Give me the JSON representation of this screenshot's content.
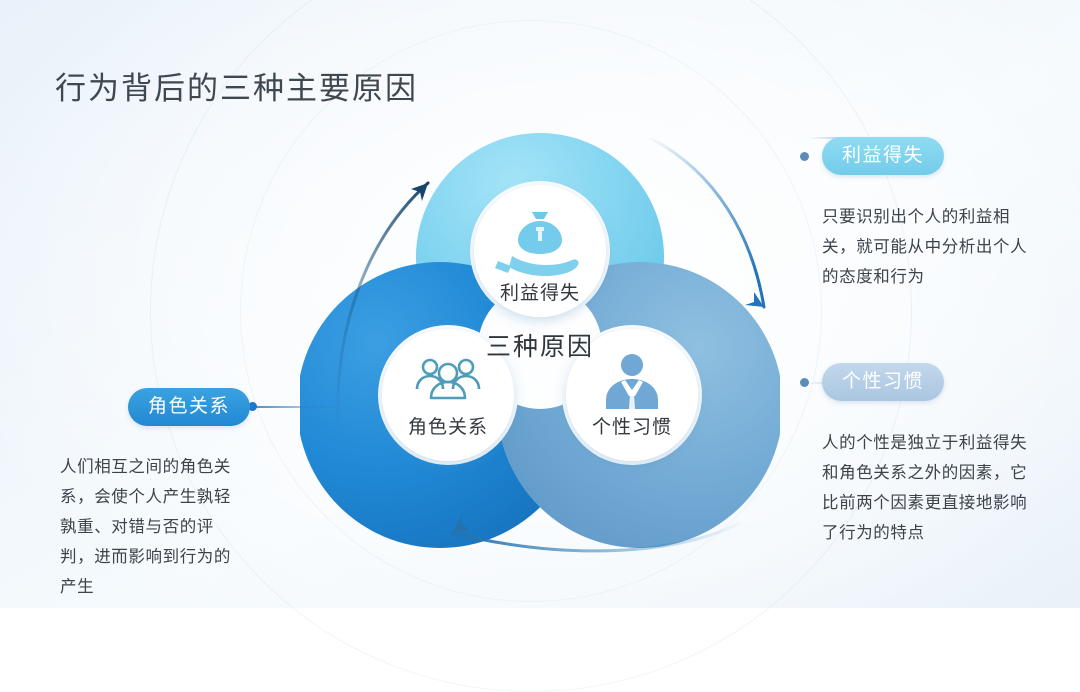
{
  "title": "行为背后的三种主要原因",
  "diagram": {
    "center_label": "三种原因",
    "nodes": [
      {
        "id": "benefit",
        "label": "利益得失",
        "icon": "money-bag-in-hand-icon",
        "color": "#7fd2ef"
      },
      {
        "id": "role",
        "label": "角色关系",
        "icon": "people-group-icon",
        "color": "#2089d6"
      },
      {
        "id": "habit",
        "label": "个性习惯",
        "icon": "business-person-icon",
        "color": "#6fa8d4"
      }
    ],
    "arrows": [
      {
        "id": "arrow-upper-left",
        "direction": "up-right",
        "color": "#1c4f7a"
      },
      {
        "id": "arrow-upper-right",
        "direction": "down-right",
        "color": "#2b7bc0"
      },
      {
        "id": "arrow-bottom",
        "direction": "left",
        "color": "#2f7fb8"
      }
    ]
  },
  "callouts": {
    "benefit": {
      "pill_label": "利益得失",
      "description": "只要识别出个人的利益相关，就可能从中分析出个人的态度和行为",
      "pill_color": "#7fd4ee"
    },
    "habit": {
      "pill_label": "个性习惯",
      "description": "人的个性是独立于利益得失和角色关系之外的因素，它比前两个因素更直接地影响了行为的特点",
      "pill_color": "#b4cde4"
    },
    "role": {
      "pill_label": "角色关系",
      "description": "人们相互之间的角色关系，会使个人产生孰轻孰重、对错与否的评判，进而影响到行为的产生",
      "pill_color": "#2a8fd8"
    }
  }
}
